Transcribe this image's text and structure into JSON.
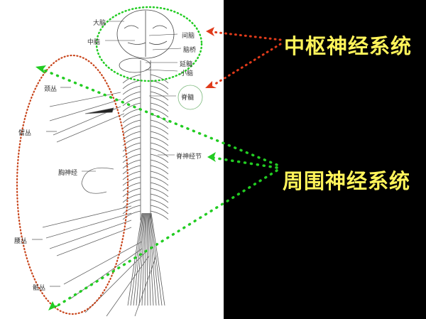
{
  "labels": {
    "cerebrum": "大脑",
    "midbrain": "中脑",
    "diencephalon": "间脑",
    "pons": "脑桥",
    "medulla": "延髓",
    "cerebellum": "小脑",
    "spinal_cord": "脊髓",
    "cervical_plexus": "颈丛",
    "brachial_plexus": "臂丛",
    "thoracic_nerves": "胸神经",
    "spinal_ganglion": "脊神经节",
    "lumbar_plexus": "腰丛",
    "sacral_plexus": "骶丛"
  },
  "systems": {
    "central": "中枢神经系统",
    "peripheral": "周围神经系统"
  },
  "colors": {
    "central_arrow": "#e03a1a",
    "peripheral_arrow": "#22cc22",
    "title_text": "#fff45a"
  }
}
